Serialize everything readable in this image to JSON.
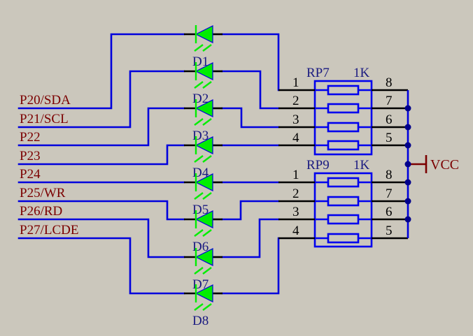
{
  "schematic": {
    "net_labels": [
      "P20/SDA",
      "P21/SCL",
      "P22",
      "P23",
      "P24",
      "P25/WR",
      "P26/RD",
      "P27/LCDE"
    ],
    "leds": [
      {
        "ref": "D1"
      },
      {
        "ref": "D2"
      },
      {
        "ref": "D3"
      },
      {
        "ref": "D4"
      },
      {
        "ref": "D5"
      },
      {
        "ref": "D6"
      },
      {
        "ref": "D7"
      },
      {
        "ref": "D8"
      }
    ],
    "resistor_packs": [
      {
        "ref": "RP7",
        "value": "1K",
        "left_pins": [
          "1",
          "2",
          "3",
          "4"
        ],
        "right_pins": [
          "8",
          "7",
          "6",
          "5"
        ]
      },
      {
        "ref": "RP9",
        "value": "1K",
        "left_pins": [
          "1",
          "2",
          "3",
          "4"
        ],
        "right_pins": [
          "8",
          "7",
          "6",
          "5"
        ]
      }
    ],
    "power": {
      "label": "VCC"
    },
    "colors": {
      "background": "#cbc7bc",
      "wire": "#0000dd",
      "led_fill": "#00ee00",
      "net_label": "#7b0000",
      "ref_label": "#1a1a80",
      "junction": "#00008b"
    }
  }
}
